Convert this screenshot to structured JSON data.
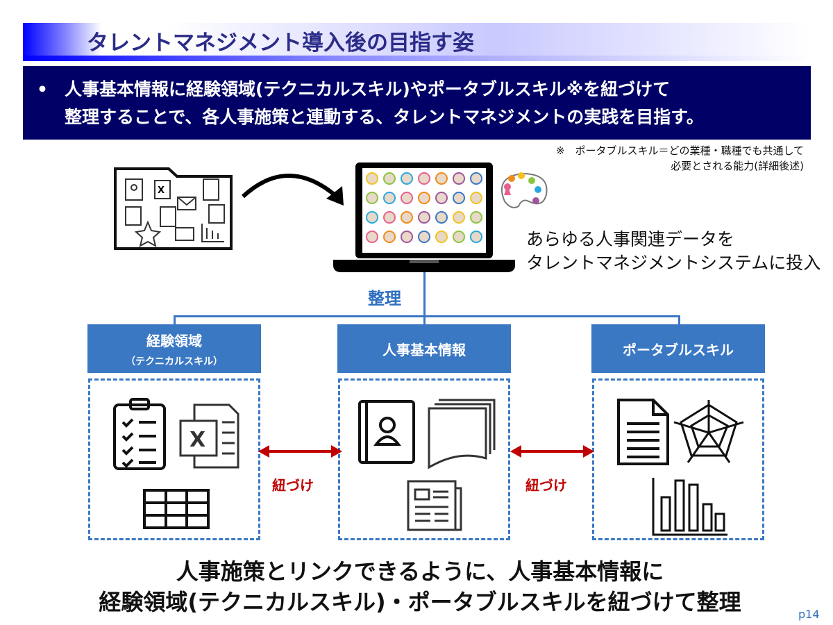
{
  "title": "タレントマネジメント導入後の目指す姿",
  "summary": {
    "bullet": "•",
    "lines": [
      "人事基本情報に経験領域(テクニカルスキル)やポータブルスキル※を紐づけて",
      "整理することで、各人事施策と連動する、タレントマネジメントの実践を目指す。"
    ]
  },
  "note": {
    "lines": [
      "※　ポータブルスキル＝どの業種・職種でも共通して",
      "必要とされる能力(詳細後述)"
    ]
  },
  "input_text": {
    "lines": [
      "あらゆる人事関連データを",
      "タレントマネジメントシステムに投入"
    ]
  },
  "organize_label": "整理",
  "categories": [
    {
      "title": "経験領域",
      "subtitle": "（テクニカルスキル）"
    },
    {
      "title": "人事基本情報"
    },
    {
      "title": "ポータブルスキル"
    }
  ],
  "link_label": "紐づけ",
  "bottom": {
    "lines": [
      "人事施策とリンクできるように、人事基本情報に",
      "経験領域(テクニカルスキル)・ポータブルスキルを紐づけて整理"
    ]
  },
  "page_number": "p14",
  "colors": {
    "navy": "#000066",
    "blue": "#3a78c3",
    "red": "#c00000"
  }
}
